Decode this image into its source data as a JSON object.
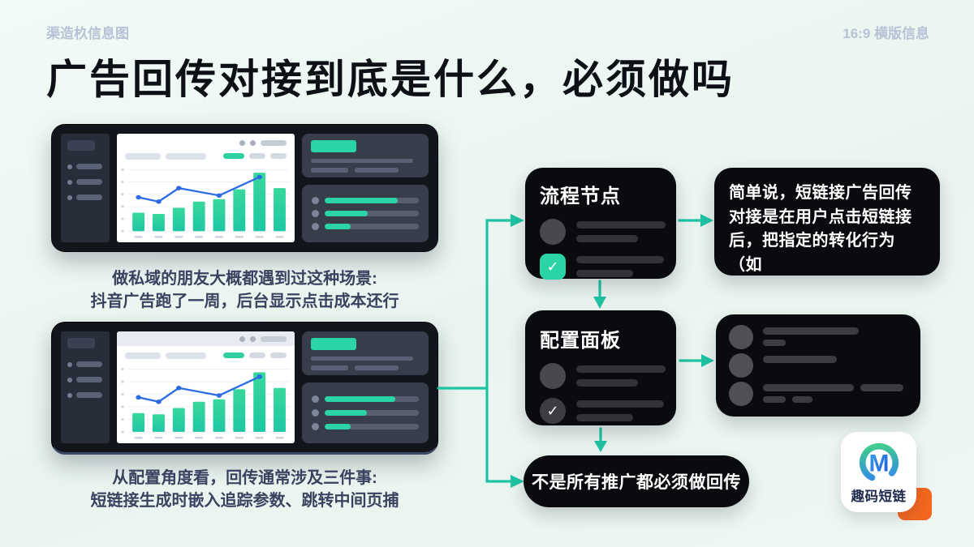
{
  "header": {
    "brand": "渠造杦信息图",
    "format_label": "16:9 横版信息",
    "title": "广告回传对接到底是什么，必须做吗"
  },
  "captions": {
    "scenario": {
      "line1": "做私域的朋友大概都遇到过这种场景:",
      "line2": "抖音广告跑了一周，后台显示点击成本还行"
    },
    "config": {
      "line1": "从配置角度看，回传通常涉及三件事:",
      "line2": "短链接生成时嵌入追踪参数、跳转中间页捕"
    }
  },
  "flow": {
    "node_box_title": "流程节点",
    "config_box_title": "配置面板",
    "explain_text": "简单说，短链接广告回传对接是在用户点击短链接后，把指定的转化行为（如",
    "pill_text": "不是所有推广都必须做回传"
  },
  "icons": {
    "check": "✓"
  },
  "logo": {
    "monogram": "M",
    "wordmark": "趣码短链"
  },
  "colors": {
    "accent_teal": "#1fc3a3",
    "line_blue": "#2d6be4",
    "bar_green": "#2ed09e",
    "box_black": "#0a0b0e",
    "logo_orange": "#f4671e",
    "background": "#edf6f1"
  },
  "chart_data": {
    "type": "bar",
    "title": "",
    "xlabel": "",
    "ylabel": "",
    "categories": [
      "",
      "",
      "",
      "",
      "",
      "",
      "",
      ""
    ],
    "ylim": [
      0,
      100
    ],
    "grid": true,
    "legend_position": "top-right",
    "series": [
      {
        "name": "bars",
        "type": "bar",
        "values": [
          30,
          28,
          38,
          48,
          52,
          68,
          95,
          70
        ]
      },
      {
        "name": "trend",
        "type": "line",
        "x_index": [
          0,
          1,
          2,
          4,
          6
        ],
        "values": [
          55,
          48,
          70,
          58,
          88
        ]
      }
    ]
  }
}
